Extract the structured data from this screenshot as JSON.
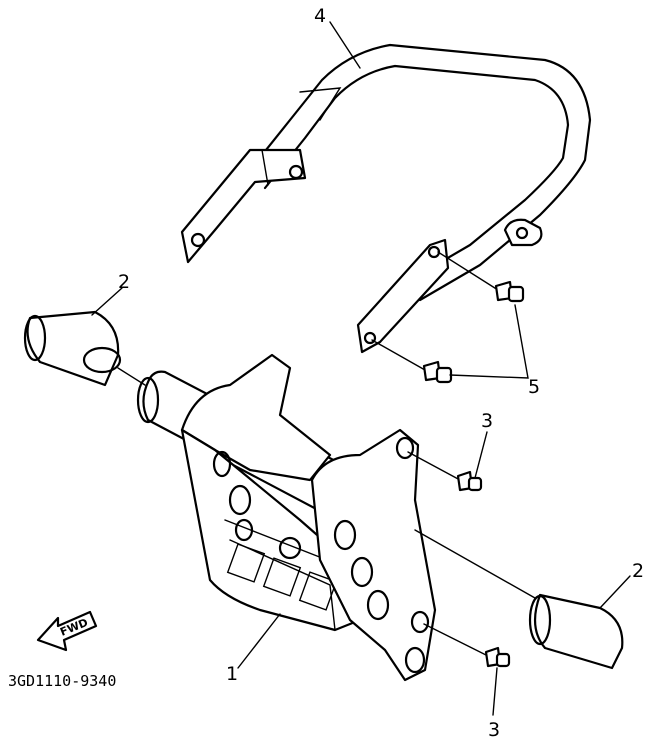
{
  "callouts": {
    "c1": "1",
    "c2a": "2",
    "c2b": "2",
    "c3a": "3",
    "c3b": "3",
    "c4": "4",
    "c5": "5"
  },
  "fwd_label": "FWD",
  "drawing_code": "3GD1110-9340"
}
